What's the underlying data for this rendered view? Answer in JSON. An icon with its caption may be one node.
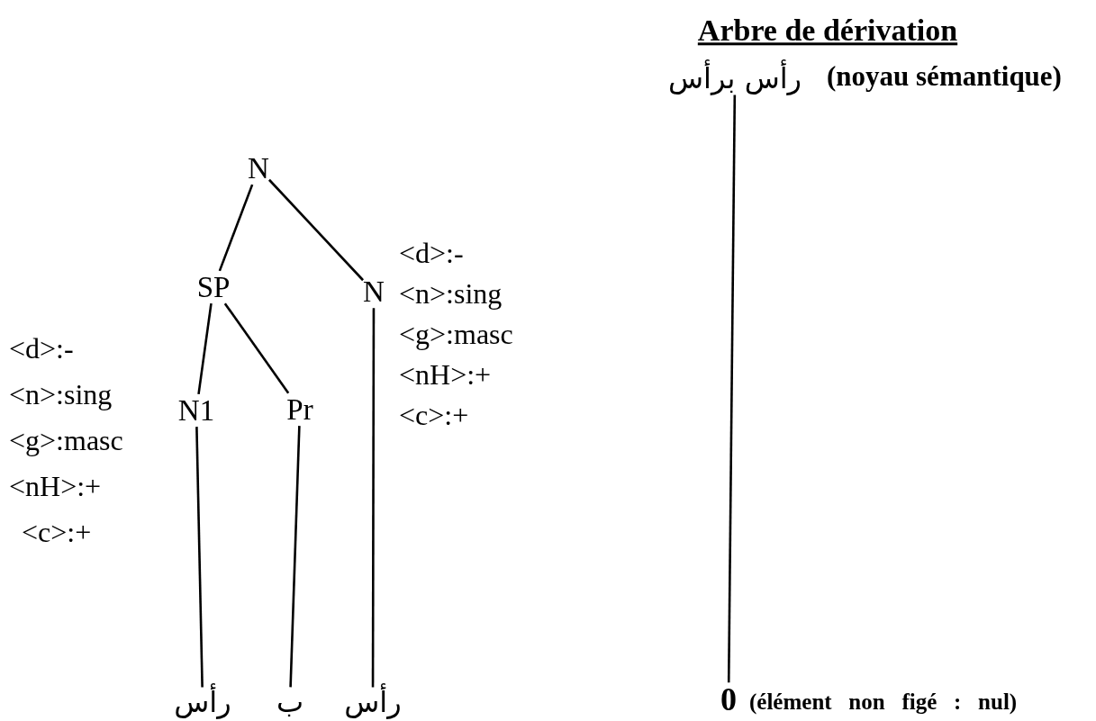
{
  "diagram": {
    "title": "Arbre de dérivation",
    "nodes": [
      {
        "text": [
          "N"
        ]
      },
      {
        "text": [
          "SP"
        ]
      },
      {
        "text": [
          "N"
        ],
        "beside": [
          "<d>:-",
          "<n>:sing",
          "<g>:masc",
          "<nH>:+",
          "<c>:+"
        ]
      },
      {
        "text": [
          "N1"
        ],
        "beside": [
          "<d>:-",
          "<n>:sing",
          "<g>:masc",
          "<nH>:+",
          "<c>:+"
        ]
      },
      {
        "text": [
          "Pr"
        ]
      },
      {
        "text": [
          "رأس"
        ]
      },
      {
        "text": [
          "ب"
        ]
      },
      {
        "text": [
          "رأس"
        ]
      },
      {
        "text": [
          "رأس برأس"
        ],
        "beside": [
          "(noyau sémantique)"
        ]
      },
      {
        "text": [
          "0"
        ],
        "beside": [
          "(élément non figé : nul)"
        ]
      }
    ],
    "edges": [
      {
        "from": 0,
        "to": 1,
        "arrow": "none"
      },
      {
        "from": 0,
        "to": 2,
        "arrow": "none"
      },
      {
        "from": 1,
        "to": 3,
        "arrow": "none"
      },
      {
        "from": 1,
        "to": 4,
        "arrow": "none"
      },
      {
        "from": 3,
        "to": 5,
        "arrow": "none"
      },
      {
        "from": 4,
        "to": 6,
        "arrow": "none"
      },
      {
        "from": 2,
        "to": 7,
        "arrow": "none"
      },
      {
        "from": 8,
        "to": 9,
        "arrow": "none"
      }
    ]
  }
}
